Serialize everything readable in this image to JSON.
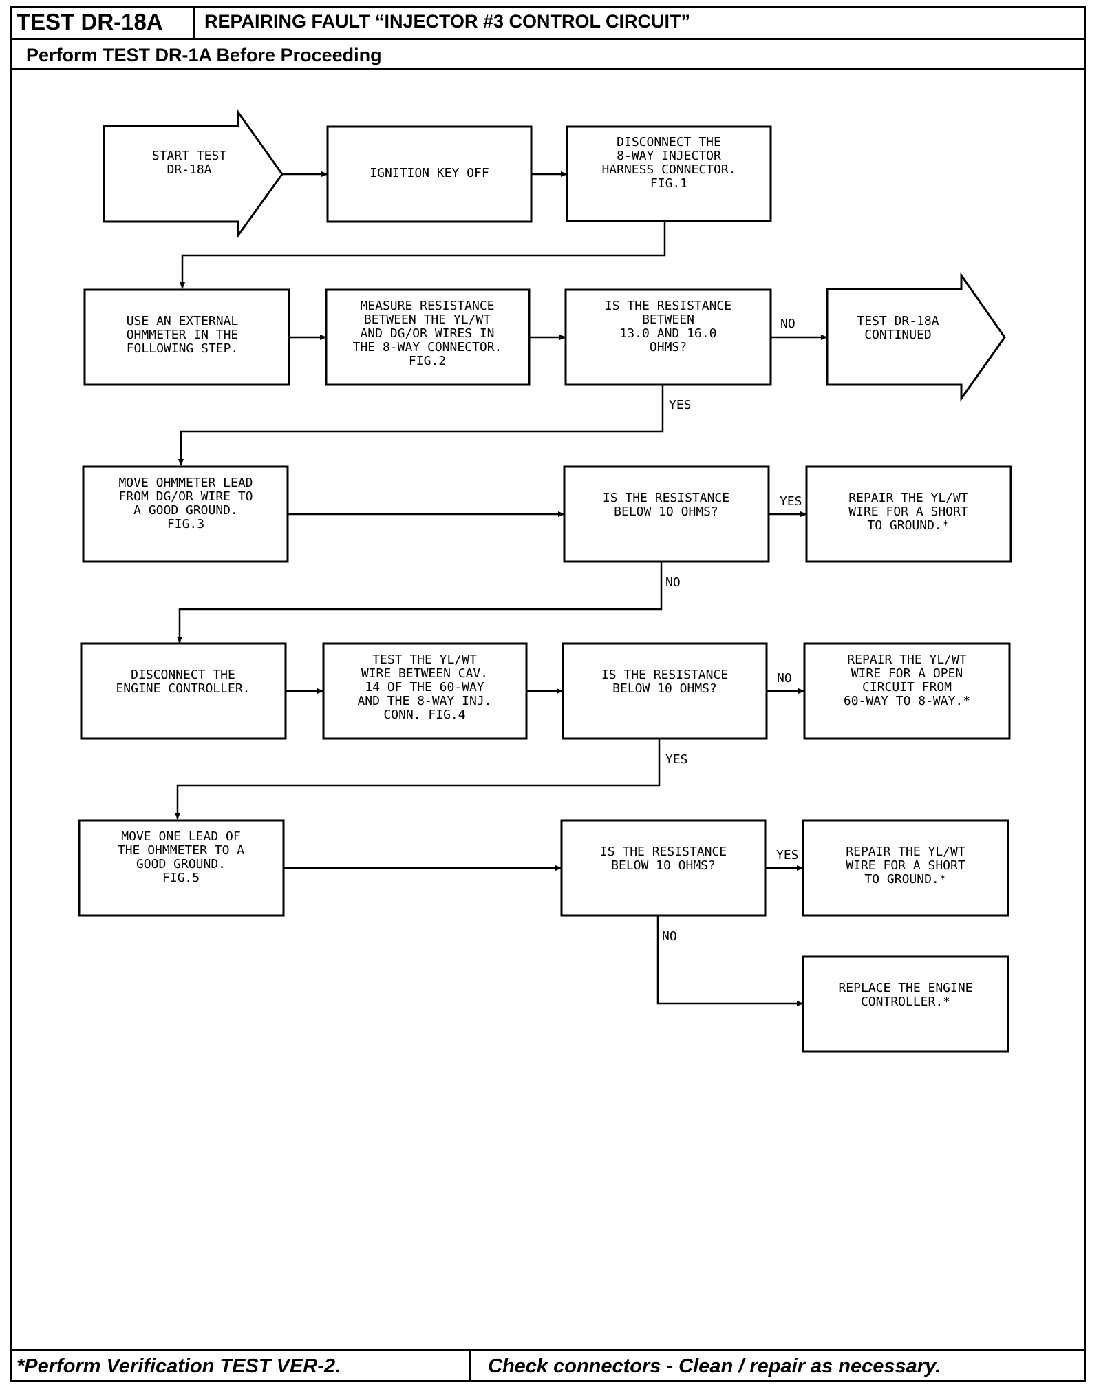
{
  "header": {
    "test_id": "TEST DR-18A",
    "title": "REPAIRING FAULT “INJECTOR #3 CONTROL CIRCUIT”",
    "subtitle": "Perform TEST DR-1A Before Proceeding"
  },
  "footer": {
    "left": "*Perform Verification TEST VER-2.",
    "right": "Check connectors - Clean / repair as necessary."
  },
  "nodes": {
    "start": [
      "START TEST",
      "DR-18A"
    ],
    "ignition_off": [
      "IGNITION KEY OFF"
    ],
    "disconnect_harness": [
      "DISCONNECT THE",
      "8-WAY INJECTOR",
      "HARNESS CONNECTOR.",
      "FIG.1"
    ],
    "use_ohmmeter": [
      "USE AN EXTERNAL",
      "OHMMETER IN THE",
      "FOLLOWING STEP."
    ],
    "measure_resistance": [
      "MEASURE RESISTANCE",
      "BETWEEN THE YL/WT",
      "AND DG/OR WIRES IN",
      "THE 8-WAY CONNECTOR.",
      "FIG.2"
    ],
    "decision_range": [
      "IS THE RESISTANCE",
      "BETWEEN",
      "13.0 AND 16.0",
      "OHMS?"
    ],
    "continued": [
      "TEST DR-18A",
      "CONTINUED"
    ],
    "move_lead_ground": [
      "MOVE OHMMETER LEAD",
      "FROM DG/OR WIRE TO",
      "A GOOD GROUND.",
      "FIG.3"
    ],
    "decision_below_1": [
      "IS THE RESISTANCE",
      "BELOW 10 OHMS?"
    ],
    "repair_short_1": [
      "REPAIR THE YL/WT",
      "WIRE FOR A SHORT",
      "TO GROUND.*"
    ],
    "disconnect_controller": [
      "DISCONNECT THE",
      "ENGINE CONTROLLER."
    ],
    "test_wire": [
      "TEST THE YL/WT",
      "WIRE BETWEEN CAV.",
      "14 OF THE 60-WAY",
      "AND THE 8-WAY INJ.",
      "CONN. FIG.4"
    ],
    "decision_below_2": [
      "IS THE RESISTANCE",
      "BELOW 10 OHMS?"
    ],
    "repair_open": [
      "REPAIR THE YL/WT",
      "WIRE FOR A OPEN",
      "CIRCUIT FROM",
      "60-WAY TO 8-WAY.*"
    ],
    "move_one_lead": [
      "MOVE ONE LEAD OF",
      "THE OHMMETER TO A",
      "GOOD GROUND.",
      "FIG.5"
    ],
    "decision_below_3": [
      "IS THE RESISTANCE",
      "BELOW 10 OHMS?"
    ],
    "repair_short_2": [
      "REPAIR THE YL/WT",
      "WIRE FOR A SHORT",
      "TO GROUND.*"
    ],
    "replace_controller": [
      "REPLACE THE ENGINE",
      "CONTROLLER.*"
    ]
  },
  "edge_labels": {
    "range_no": "NO",
    "range_yes": "YES",
    "below1_yes": "YES",
    "below1_no": "NO",
    "below2_no": "NO",
    "below2_yes": "YES",
    "below3_yes": "YES",
    "below3_no": "NO"
  }
}
